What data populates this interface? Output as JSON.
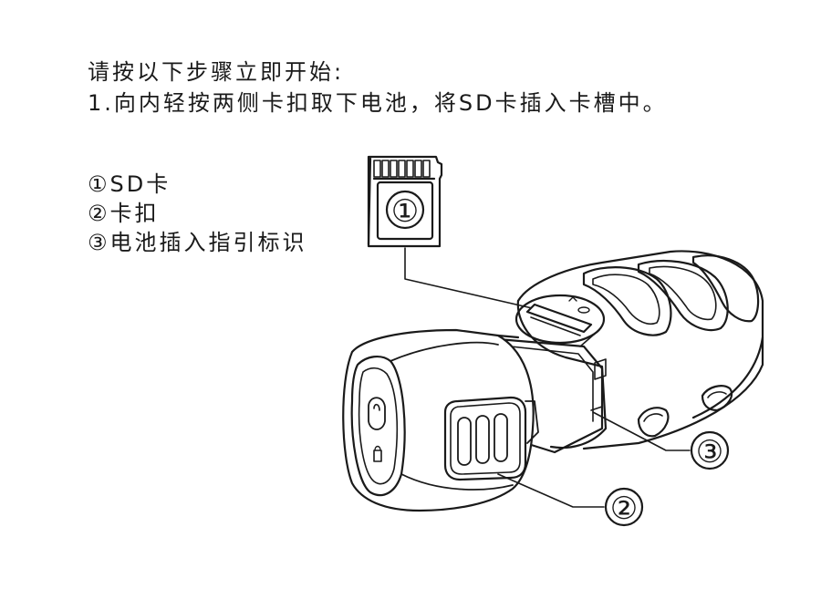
{
  "instructions": {
    "intro": "请按以下步骤立即开始:",
    "step1": "1.向内轻按两侧卡扣取下电池，将SD卡插入卡槽中。"
  },
  "legend": [
    "①SD卡",
    "②卡扣",
    "③电池插入指引标识"
  ],
  "callouts": {
    "sd_card": "①",
    "clip": "②",
    "battery_guide": "③"
  },
  "colors": {
    "line": "#1a1a1a",
    "background": "#ffffff"
  }
}
